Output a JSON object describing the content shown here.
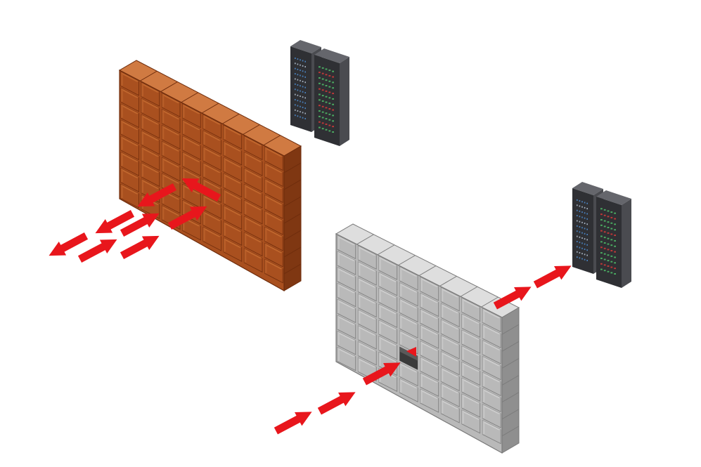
{
  "palette": {
    "background": "#ffffff",
    "arrow_red": "#e8161c",
    "firewall_brick_front": "#a9501f",
    "firewall_brick_light": "#c2682f",
    "firewall_brick_top": "#d07a42",
    "firewall_brick_side": "#7f3712",
    "firewall_mortar": "#6e2c0c",
    "gray_wall_front": "#b9b9b9",
    "gray_wall_light": "#cfcfcf",
    "gray_wall_top": "#dedede",
    "gray_wall_side": "#8f8f8f",
    "gray_wall_mortar": "#7a7a7a",
    "server_body_dark": "#2f3034",
    "server_body_mid": "#4a4b50",
    "server_body_top": "#65666c",
    "server_led_blue": "#4f8fd6",
    "server_led_green": "#4fbf6a",
    "server_led_red": "#d63a3a",
    "server_panel_light": "#b8c7d8"
  },
  "scene": {
    "firewall_wall": {
      "material": "brick",
      "columns": 8,
      "rows": 8,
      "icon": "brick-firewall-icon"
    },
    "breached_wall": {
      "material": "gray-block",
      "columns": 8,
      "rows": 8,
      "has_hole": true,
      "icon": "gray-firewall-icon"
    },
    "server_racks": [
      {
        "icon": "server-rack-icon",
        "units": 2
      },
      {
        "icon": "server-rack-icon",
        "units": 2
      }
    ],
    "arrows": {
      "blocked_traffic": {
        "icon": "arrow-icon",
        "count": 8
      },
      "passing_traffic": {
        "icon": "arrow-icon",
        "count": 5
      }
    }
  }
}
